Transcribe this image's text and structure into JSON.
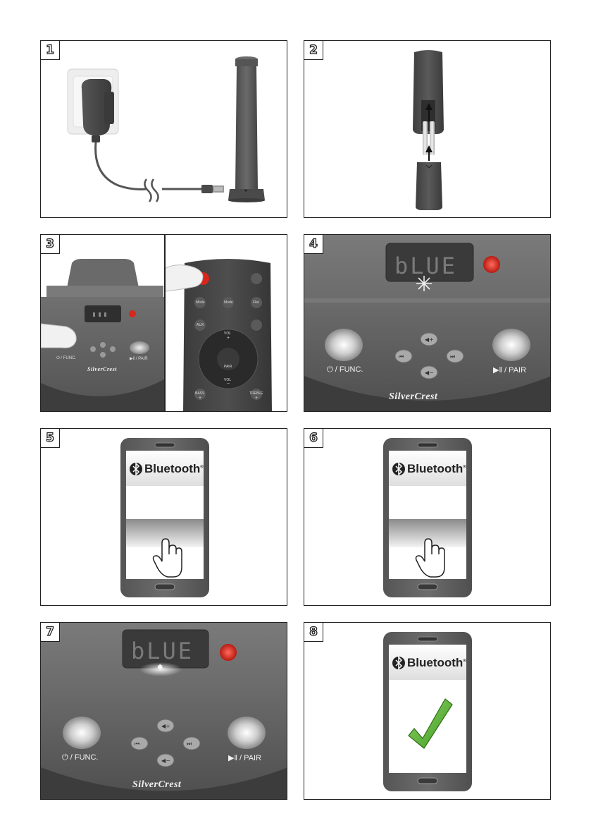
{
  "panels": [
    {
      "number": "1"
    },
    {
      "number": "2"
    },
    {
      "number": "3"
    },
    {
      "number": "4"
    },
    {
      "number": "5"
    },
    {
      "number": "6"
    },
    {
      "number": "7"
    },
    {
      "number": "8"
    }
  ],
  "device": {
    "display_text": "bLUE",
    "func_label": "⏻ / FUNC.",
    "pair_label": "▶︎‖ / PAIR",
    "brand": "SilverCrest"
  },
  "remote": {
    "mode1": "Mode",
    "mode2": "Mode",
    "flat": "Flat",
    "aux": "AUX",
    "vol_label": "VOL",
    "vol_plus": "+",
    "vol_minus": "−",
    "pair_center": "PAIR",
    "bass": "BASS",
    "treble": "TREBLE",
    "bass_plus": "+",
    "treble_plus": "+"
  },
  "phone": {
    "bt_brand": "Bluetooth",
    "registered": "®"
  },
  "colors": {
    "device_gray": "#5e5e5e",
    "power_red": "#d9261c",
    "check_green": "#5bb531"
  }
}
